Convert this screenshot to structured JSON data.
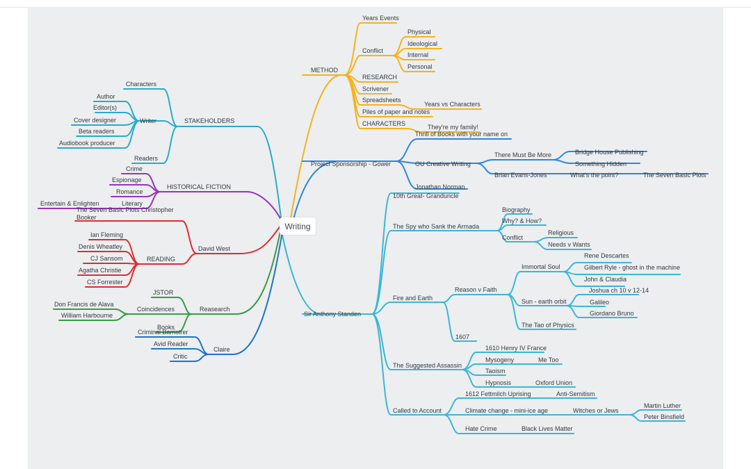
{
  "root": "Writing",
  "colors": {
    "method": "#f5b21c",
    "sponsorship": "#2f86d8",
    "standen": "#3ab6d8",
    "stakeholders": "#27acc8",
    "historical": "#9436b8",
    "david_west": "#de2c33",
    "research": "#3a9a48",
    "claire": "#1e74c6",
    "background": "#eceeef"
  },
  "nodes": {
    "method": "METHOD",
    "years_events": "Years Events",
    "conflict": "Conflict",
    "physical": "Physical",
    "ideological": "Ideological",
    "internal": "Internal",
    "personal": "Personal",
    "research_caps": "RESEARCH",
    "scrivener": "Scrivener",
    "spreadsheets": "Spreadsheets",
    "years_vs_characters": "Years vs Characters",
    "piles": "Piles of paper and notes",
    "characters_caps": "CHARACTERS",
    "family": "They're my family!",
    "sponsorship": "Project Sponsorship - Gower",
    "thrill": "Thrill of Books with your name on",
    "ou_creative": "OU Creative Writing",
    "must_be_more": "There Must Be More",
    "bridge_house": "Bridge House Publishing",
    "something_hidden": "Something Hidden",
    "brian": "Brian Evans-Jones",
    "whats_point": "What's the point?",
    "seven_plots": "The Seven Basic Plots",
    "jonathan": "Jonathan Norman",
    "standen": "Sir Anthony Standen",
    "great_granduncle": "10th Great- Granduncle",
    "spy": "The Spy who Sank the Armada",
    "biography": "Biography",
    "why_how": "Why? & How?",
    "conflict2": "Conflict",
    "religious": "Religious",
    "needs_wants": "Needs v Wants",
    "fire_earth": "Fire and Earth",
    "reason_faith": "Reason v Faith",
    "immortal_soul": "Immortal Soul",
    "descartes": "Rene Descartes",
    "ryle": "Gilbert Ryle - ghost in the machine",
    "john_claudia": "John & Claudia",
    "sun_earth": "Sun - earth orbit",
    "joshua": "Joshua ch 10 v 12-14",
    "galileo": "Galileo",
    "bruno": "Giordano Bruno",
    "tao": "The Tao of Physics",
    "y1607": "1607",
    "assassin": "The Suggested Assassin",
    "henry": "1610 Henry IV France",
    "mysogeny": "Mysogeny",
    "me_too": "Me Too",
    "taoism": "Taoism",
    "hypnosis": "Hypnosis",
    "oxford_union": "Oxford Union",
    "called": "Called to Account",
    "fettmilch": "1612 Fettmilch Uprising",
    "anti_semitism": "Anti-Semitism",
    "climate": "Climate change - mini-ice age",
    "witches": "Witches or Jews",
    "martin_luther": "Martin Luther",
    "binsfield": "Peter Binsfield",
    "hate_crime": "Hate Crime",
    "blm": "Black Lives Matter",
    "stakeholders": "STAKEHOLDERS",
    "characters": "Characters",
    "writer": "Writer",
    "author": "Author",
    "editors": "Editor(s)",
    "cover_designer": "Cover designer",
    "beta_readers": "Beta readers",
    "audiobook": "Audiobook producer",
    "readers": "Readers",
    "historical": "HISTORICAL FICTION",
    "crime": "Crime",
    "espionage": "Espionage",
    "romance": "Romance",
    "literary": "Literary",
    "entertain": "Entertain & Enlighten",
    "david_west": "David West",
    "seven_plots_book_1": "The Seven Basic Plots Christopher",
    "seven_plots_book_2": "Booker",
    "reading": "READING",
    "fleming": "Ian Fleming",
    "wheatley": "Denis Wheatley",
    "sansom": "CJ Sansom",
    "christie": "Agatha Christie",
    "forrester": "CS Forrester",
    "reasearch": "Reasearch",
    "jstor": "JSTOR",
    "coincidences": "Coincidences",
    "de_alava": "Don Francis de Alava",
    "harbourne": "William Harbourne",
    "books": "Books",
    "claire": "Claire",
    "barrister": "Criminal Barristrer",
    "avid_reader": "Avid Reader",
    "critic": "Critic"
  }
}
